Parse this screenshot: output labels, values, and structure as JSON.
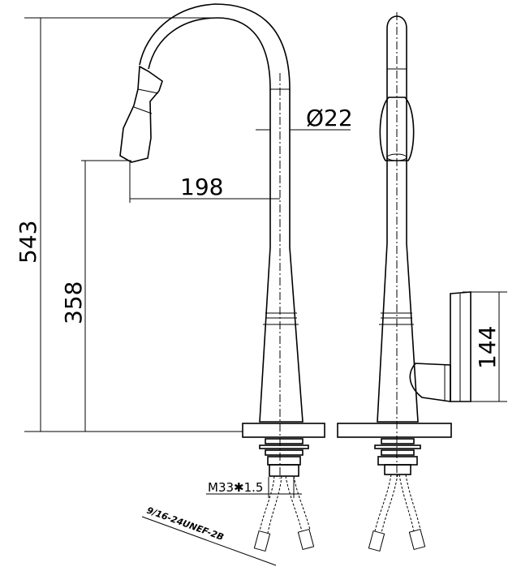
{
  "title": "Kitchen faucet technical drawing",
  "dimensions": {
    "total_height": "543",
    "spout_height": "358",
    "spout_reach": "198",
    "tube_diameter": "Ø22",
    "handle_height": "144",
    "mount_thread": "M33✱1.5",
    "hose_thread": "9/16-24UNEF-2B"
  }
}
